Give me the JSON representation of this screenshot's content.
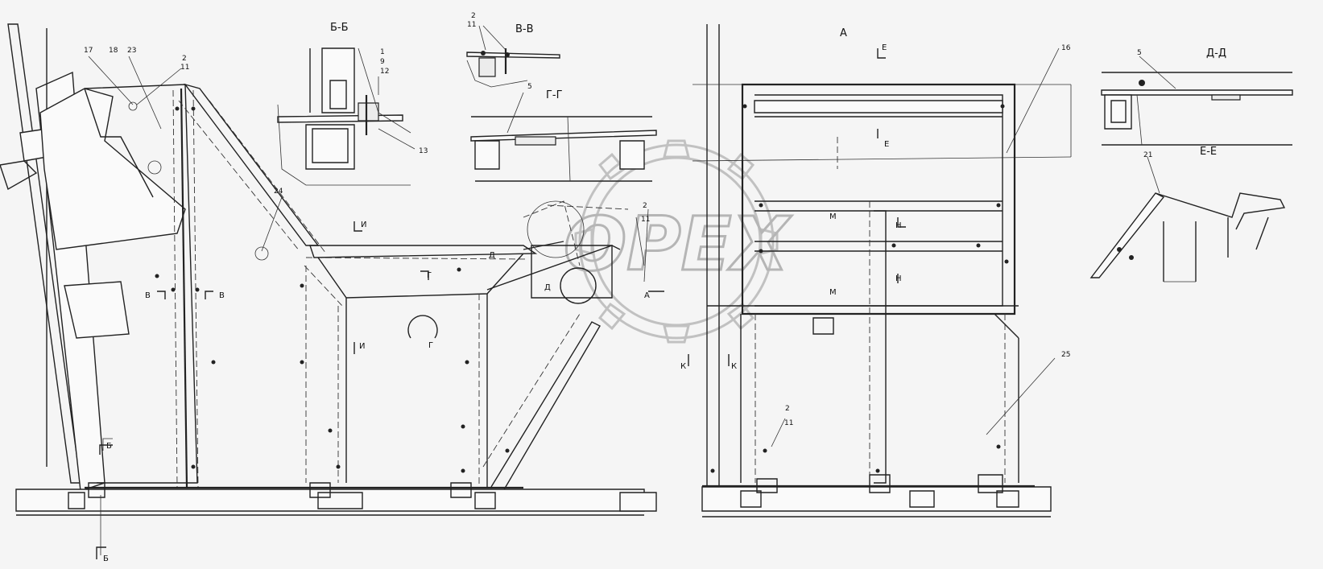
{
  "watermark": "OPEX",
  "views": {
    "main": "А",
    "section_b": "Б-Б",
    "section_v": "В-В",
    "section_g": "Г-Г",
    "section_d": "Д-Д",
    "section_e": "Е-Е"
  },
  "section_markers": {
    "b": "Б",
    "v": "В",
    "g": "Г",
    "d": "Д",
    "e": "Е",
    "i": "И",
    "k": "К",
    "m": "М",
    "n": "Н",
    "a": "А"
  },
  "callouts": {
    "p1": "1",
    "p2": "2",
    "p5": "5",
    "p9": "9",
    "p11": "11",
    "p12": "12",
    "p13": "13",
    "p16": "16",
    "p17": "17",
    "p18": "18",
    "p21": "21",
    "p23": "23",
    "p24": "24",
    "p25": "25"
  }
}
